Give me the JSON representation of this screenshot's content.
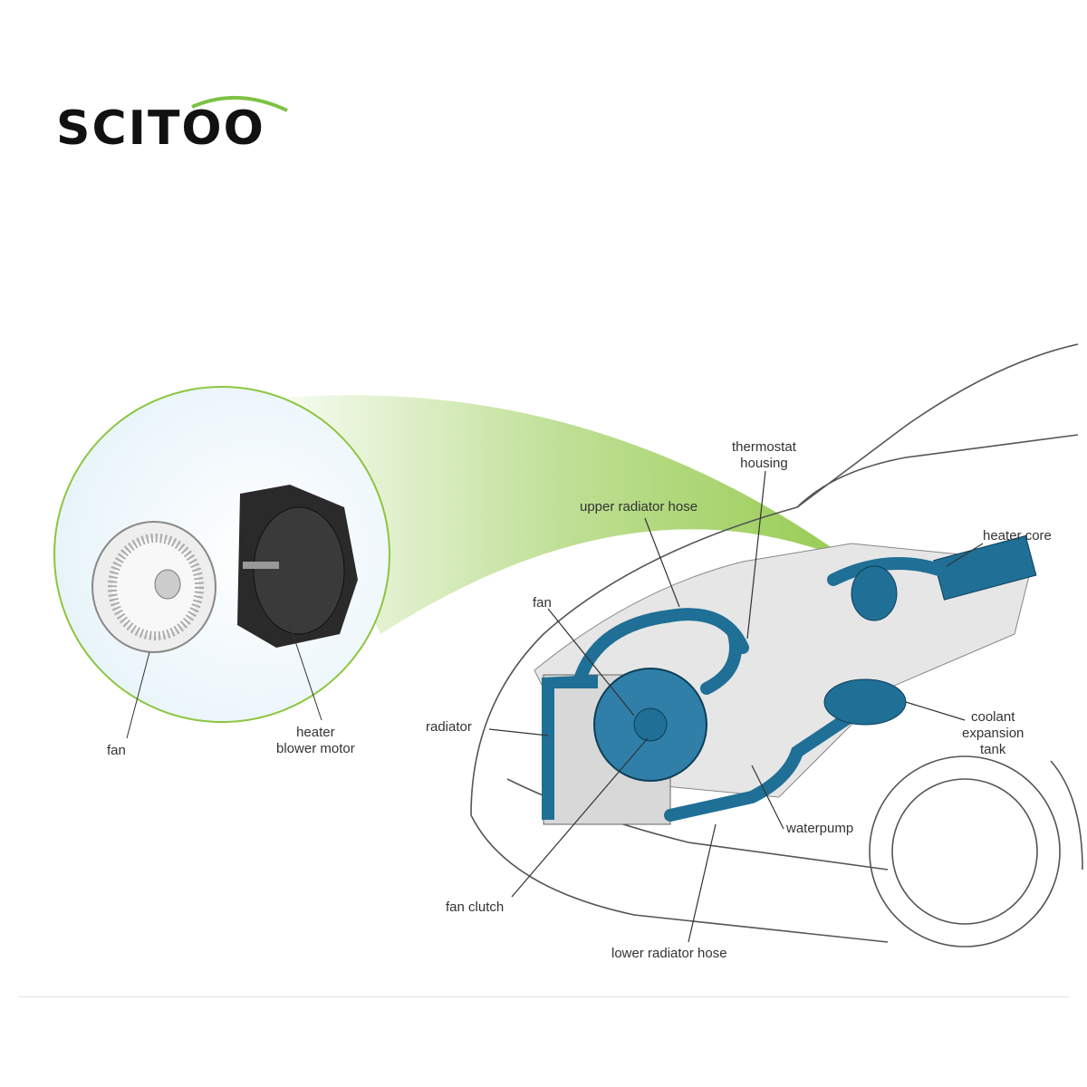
{
  "brand": {
    "name": "SCITOO",
    "accent_color": "#7dc242"
  },
  "inset": {
    "labels": {
      "fan": "fan",
      "heater_blower_motor_line1": "heater",
      "heater_blower_motor_line2": "blower motor"
    }
  },
  "car_labels": {
    "thermostat_housing_line1": "thermostat",
    "thermostat_housing_line2": "housing",
    "upper_radiator_hose": "upper radiator hose",
    "heater_core": "heater core",
    "fan": "fan",
    "radiator": "radiator",
    "coolant_expansion_tank_line1": "coolant",
    "coolant_expansion_tank_line2": "expansion",
    "coolant_expansion_tank_line3": "tank",
    "waterpump": "waterpump",
    "fan_clutch": "fan clutch",
    "lower_radiator_hose": "lower radiator hose"
  },
  "colors": {
    "coolant_blue": "#1f6f96",
    "highlight_green": "#8cc63f"
  }
}
